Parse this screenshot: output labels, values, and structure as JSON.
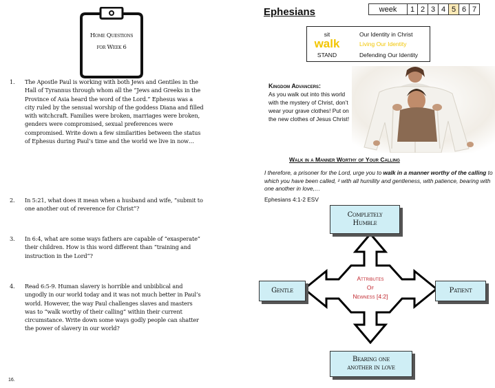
{
  "clipboard": {
    "title_line1": "Home Questions",
    "title_line2": "for Week 6"
  },
  "questions": [
    {
      "num": "1.",
      "text": "The Apostle Paul is working with both Jews and Gentiles in the Hall of Tyrannus through whom all the “Jews and Greeks in the Province of Asia heard the word of the Lord.” Ephesus was a city ruled by the sensual worship of the goddess Diana and filled with witchcraft. Families were broken, marriages were broken, genders were compromised, sexual preferences were compromised. Write down a few similarities between the status of Ephesus during Paul’s time and the world we live in now…"
    },
    {
      "num": "2.",
      "text": "In 5:21, what does it mean when a husband and wife, “submit to one another out of reverence for Christ”?"
    },
    {
      "num": "3.",
      "text": "In 6:4, what are some ways fathers are capable of “exasperate” their children. How is this word different than “training and instruction in the Lord”?"
    },
    {
      "num": "4.",
      "text": "Read 6:5-9. Human slavery is horrible and unbiblical and ungodly in our world today and it was not much better in Paul’s world. However, the way Paul challenges slaves and masters was to “walk worthy of their calling” within their current circumstance. Write down some ways godly people can shatter the power of slavery in our world?"
    }
  ],
  "page_number": "16.",
  "header": {
    "title": "Ephesians",
    "week_label": "week",
    "weeks": [
      "1",
      "2",
      "3",
      "4",
      "5",
      "6",
      "7"
    ],
    "current_week": "5"
  },
  "sws": {
    "sit": "sit",
    "walk": "walk",
    "stand": "STAND",
    "identity": "Our Identity in Christ",
    "living": "Living Our Identity",
    "defending": "Defending Our Identity",
    "walk_color": "#f2c500"
  },
  "kingdom": {
    "heading": "Kingdom Advancers:",
    "body": "As you walk out into this world with the mystery of Christ, don’t wear your grave clothes!  Put on the new clothes of Jesus Christ!"
  },
  "walk_heading": "Walk in a Manner Worthy of Your Calling",
  "verse": {
    "part1": "I therefore, a prisoner for the Lord, urge you to ",
    "bold": "walk in a manner worthy of the calling",
    "part2": " to which you have been called, ² with all humility and gentleness, with patience, bearing with one another in love,…",
    "ref": "Ephesians 4:1-2 ESV"
  },
  "attributes": {
    "center_line1": "Attributes",
    "center_line2": "Of",
    "center_line3": "Newness [4:2]",
    "top_line1": "Completely",
    "top_line2": "Humble",
    "left": "Gentle",
    "right": "Patient",
    "bottom_line1": "Bearing one",
    "bottom_line2": "another in love",
    "center_color": "#c0262d",
    "box_color": "#cfeef5"
  }
}
